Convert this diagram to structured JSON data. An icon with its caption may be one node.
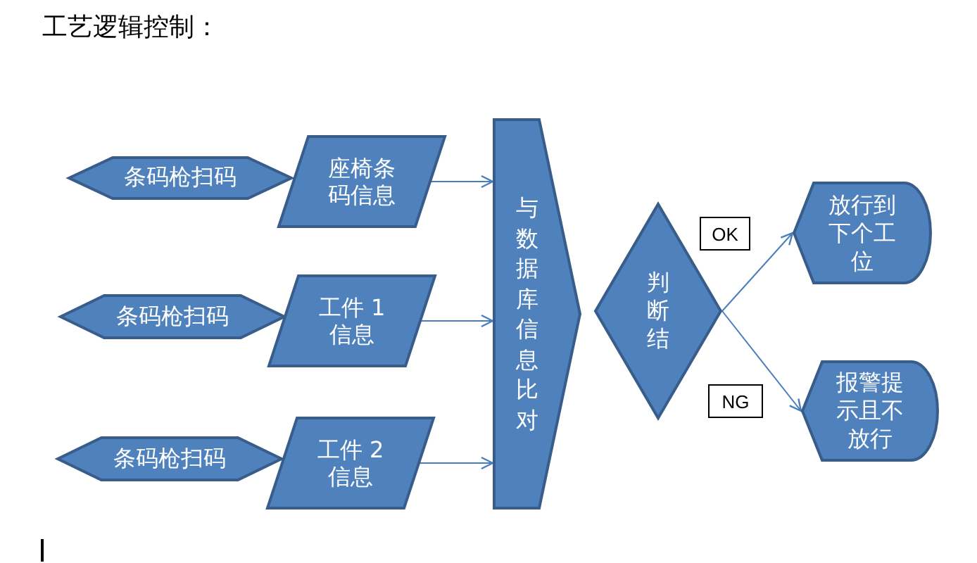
{
  "diagram": {
    "title": "工艺逻辑控制：",
    "nodes": [
      {
        "text": [
          "条码枪扫码"
        ]
      },
      {
        "text": [
          "座椅条码信息"
        ]
      },
      {
        "text": [
          "条码枪扫码"
        ]
      },
      {
        "text": [
          "工件 1信息"
        ]
      },
      {
        "text": [
          "条码枪扫码"
        ]
      },
      {
        "text": [
          "工件 2信息"
        ]
      },
      {
        "text": [
          "与数据库信息比对"
        ]
      },
      {
        "text": [
          "判断结"
        ]
      },
      {
        "text": [
          "放行到下个工位"
        ]
      },
      {
        "text": [
          "报警提示且不放行"
        ]
      }
    ],
    "edges": [
      {
        "from": 1,
        "to": 6,
        "arrow": "to"
      },
      {
        "from": 3,
        "to": 6,
        "arrow": "to"
      },
      {
        "from": 5,
        "to": 6,
        "arrow": "to"
      },
      {
        "from": 7,
        "to": 8,
        "arrow": "to",
        "label": "OK"
      },
      {
        "from": 7,
        "to": 9,
        "arrow": "to",
        "label": "NG"
      }
    ]
  }
}
